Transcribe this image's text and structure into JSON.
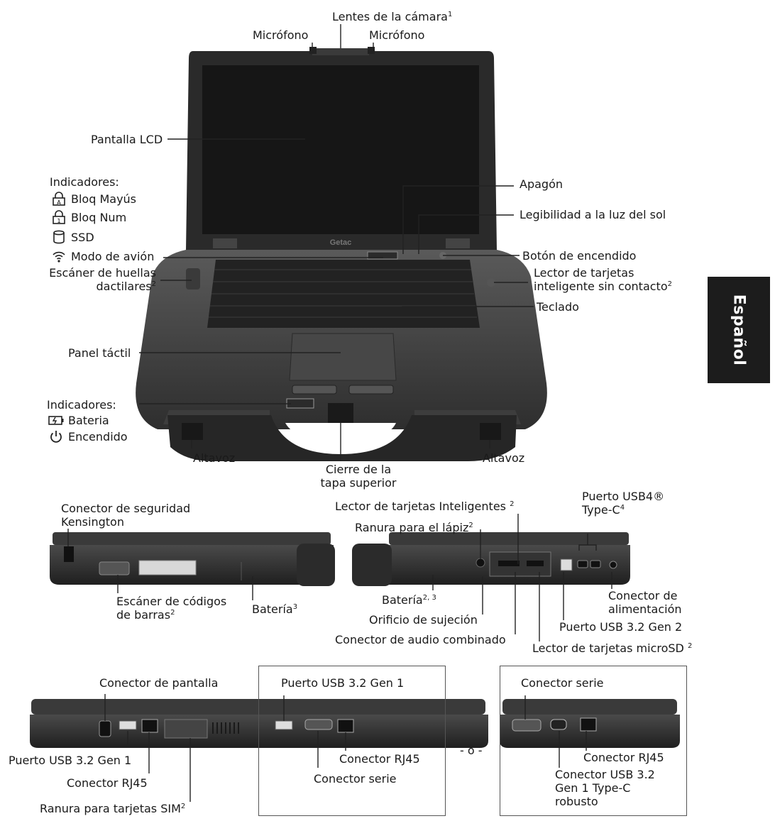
{
  "side_tab": "Español",
  "or_separator": "- o -",
  "labels": {
    "camera": "Lentes de la cámara",
    "camera_sup": "1",
    "mic_left": "Micrófono",
    "mic_right": "Micrófono",
    "lcd": "Pantalla LCD",
    "blackout": "Apagón",
    "sunlight": "Legibilidad a la luz del sol",
    "power_button": "Botón de encendido",
    "fingerprint_line1": "Escáner de huellas",
    "fingerprint_line2": "dactilares",
    "fingerprint_sup": "2",
    "contactless_line1": "Lector de tarjetas",
    "contactless_line2": "inteligente sin contacto",
    "contactless_sup": "2",
    "keyboard": "Teclado",
    "touchpad": "Panel táctil",
    "speaker_left": "Altavoz",
    "speaker_right": "Altavoz",
    "latch_line1": "Cierre de la",
    "latch_line2": "tapa superior",
    "kensington_line1": "Conector de seguridad",
    "kensington_line2": "Kensington",
    "barcode_line1": "Escáner de códigos",
    "barcode_line2": "de barras",
    "barcode_sup": "2",
    "battery_left": "Batería",
    "battery_left_sup": "3",
    "smartcard": "Lector de tarjetas Inteligentes",
    "smartcard_sup": "2",
    "stylus": "Ranura para el lápiz",
    "stylus_sup": "2",
    "usb4_line1": "Puerto USB4®",
    "usb4_line2": "Type-C",
    "usb4_sup": "4",
    "battery_right": "Batería",
    "battery_right_sup": "2, 3",
    "tether": "Orificio de sujeción",
    "audio": "Conector de audio combinado",
    "dc_line1": "Conector de",
    "dc_line2": "alimentación",
    "usb32gen2": "Puerto USB 3.2 Gen 2",
    "microsd": "Lector de tarjetas microSD",
    "microsd_sup": "2",
    "display_conn": "Conector de pantalla",
    "usb32gen1_top": "Puerto USB 3.2 Gen 1",
    "serial_top": "Conector serie",
    "usb32gen1_bottom": "Puerto USB 3.2 Gen 1",
    "rj45_a": "Conector RJ45",
    "rj45_b": "Conector RJ45",
    "serial_bottom": "Conector serie",
    "rj45_c": "Conector RJ45",
    "usbc_line1": "Conector USB 3.2",
    "usbc_line2": "Gen 1 Type-C",
    "usbc_line3": "robusto",
    "sim": "Ranura para tarjetas SIM",
    "sim_sup": "2"
  },
  "indicators_top": {
    "heading": "Indicadores:",
    "items": [
      {
        "label": "Bloq Mayús",
        "icon": "caps-lock-icon"
      },
      {
        "label": "Bloq Num",
        "icon": "num-lock-icon"
      },
      {
        "label": "SSD",
        "icon": "ssd-icon"
      },
      {
        "label": "Modo de avión",
        "icon": "wireless-icon"
      }
    ]
  },
  "indicators_bottom": {
    "heading": "Indicadores:",
    "items": [
      {
        "label": "Bateria",
        "icon": "battery-icon"
      },
      {
        "label": "Encendido",
        "icon": "power-icon"
      }
    ]
  }
}
